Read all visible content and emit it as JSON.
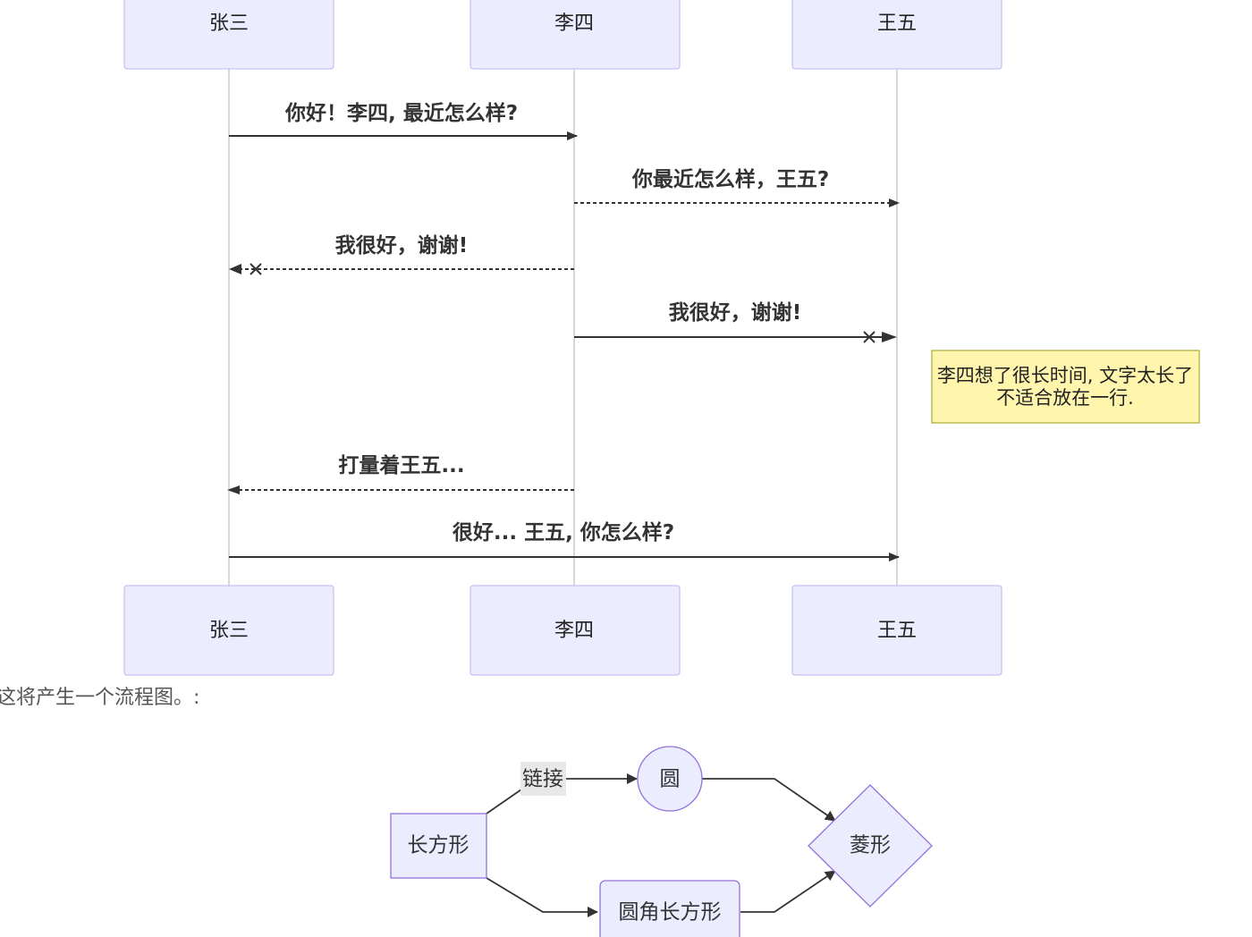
{
  "sequence": {
    "actors": [
      {
        "id": "zhangsan",
        "label": "张三"
      },
      {
        "id": "lisi",
        "label": "李四"
      },
      {
        "id": "wangwu",
        "label": "王五"
      }
    ],
    "messages": [
      {
        "text": "你好！李四, 最近怎么样?",
        "from": "zhangsan",
        "to": "lisi",
        "style": "solid",
        "head": "arrow"
      },
      {
        "text": "你最近怎么样，王五?",
        "from": "lisi",
        "to": "wangwu",
        "style": "dotted",
        "head": "arrow"
      },
      {
        "text": "我很好，谢谢!",
        "from": "lisi",
        "to": "zhangsan",
        "style": "dotted",
        "head": "cross"
      },
      {
        "text": "我很好，谢谢!",
        "from": "lisi",
        "to": "wangwu",
        "style": "solid",
        "head": "cross"
      },
      {
        "text": "打量着王五...",
        "from": "lisi",
        "to": "zhangsan",
        "style": "dotted",
        "head": "open"
      },
      {
        "text": "很好... 王五, 你怎么样?",
        "from": "zhangsan",
        "to": "wangwu",
        "style": "solid",
        "head": "arrow"
      }
    ],
    "note": {
      "lines": [
        "李四想了很长时间, 文字太长了",
        "不适合放在一行."
      ],
      "position": "right of 王五"
    }
  },
  "caption": "这将产生一个流程图。:",
  "flowchart": {
    "nodes": [
      {
        "id": "A",
        "label": "长方形",
        "shape": "rect"
      },
      {
        "id": "B",
        "label": "圆",
        "shape": "circle"
      },
      {
        "id": "C",
        "label": "圆角长方形",
        "shape": "round-rect"
      },
      {
        "id": "D",
        "label": "菱形",
        "shape": "diamond"
      }
    ],
    "edges": [
      {
        "from": "A",
        "to": "B",
        "label": "链接"
      },
      {
        "from": "A",
        "to": "C",
        "label": ""
      },
      {
        "from": "B",
        "to": "D",
        "label": ""
      },
      {
        "from": "C",
        "to": "D",
        "label": ""
      }
    ]
  },
  "colors": {
    "actor_fill": "#ECECFF",
    "actor_stroke": "#C9C2F2",
    "node_stroke": "#9370DB",
    "note_fill": "#FFF5AD",
    "note_stroke": "#AAAA33",
    "line": "#333333",
    "edge_label_bg": "#E8E8E8"
  }
}
